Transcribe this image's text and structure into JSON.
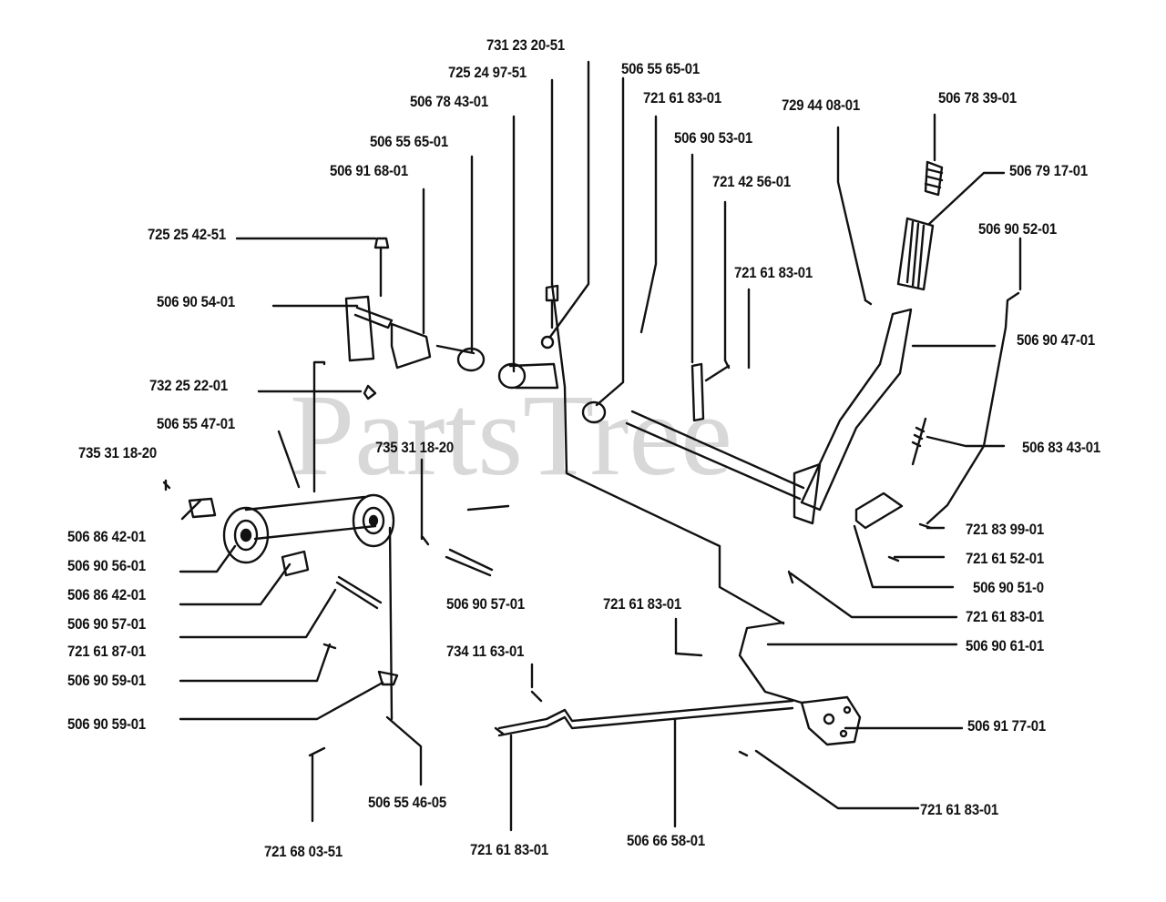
{
  "watermark": "PartsTree",
  "labels": {
    "l1": "731 23 20-51",
    "l2": "725 24 97-51",
    "l3": "506 78 43-01",
    "l4": "506 55 65-01",
    "l5": "506 55 65-01",
    "l6": "721 61 83-01",
    "l7": "506 90 53-01",
    "l8": "729 44 08-01",
    "l9": "506 78 39-01",
    "l10": "506 91 68-01",
    "l11": "506 79 17-01",
    "l12": "721 42 56-01",
    "l13": "725 25 42-51",
    "l14": "506 90 52-01",
    "l15": "721 61 83-01",
    "l16": "506 90 54-01",
    "l17": "506 90 47-01",
    "l18": "732 25 22-01",
    "l19": "506 55 47-01",
    "l20": "735 31 18-20",
    "l21": "735 31 18-20",
    "l22": "506 83 43-01",
    "l23": "506 86 42-01",
    "l24": "721 83 99-01",
    "l25": "506 90 56-01",
    "l26": "721 61 52-01",
    "l27": "506 90 51-0",
    "l28": "506 86 42-01",
    "l29": "506 90 57-01",
    "l30": "721 61 83-01",
    "l31": "721 61 83-01",
    "l32": "506 90 57-01",
    "l33": "506 90 61-01",
    "l34": "721 61 87-01",
    "l35": "734 11 63-01",
    "l36": "506 90 59-01",
    "l37": "506 90 59-01",
    "l38": "506 91 77-01",
    "l39": "506 55 46-05",
    "l40": "721 61 83-01",
    "l41": "721 68 03-51",
    "l42": "721 61 83-01",
    "l43": "506 66 58-01"
  }
}
